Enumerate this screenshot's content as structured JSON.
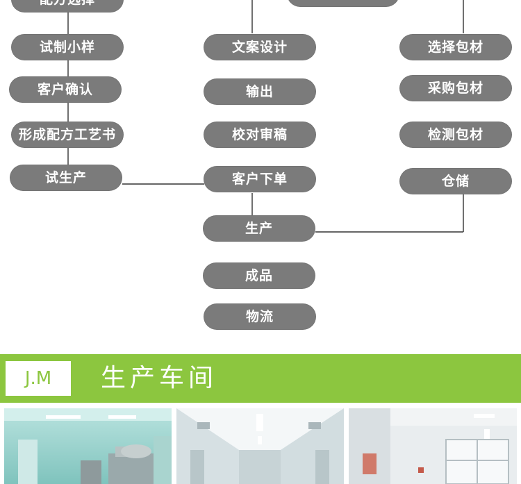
{
  "flow": {
    "left_column": [
      "配方选择",
      "试制小样",
      "客户确认",
      "形成配方工艺书",
      "试生产"
    ],
    "center_column": [
      "文案设计",
      "输出",
      "校对审稿",
      "客户下单",
      "生产",
      "成品",
      "物流"
    ],
    "right_column": [
      "选择包材",
      "采购包材",
      "检测包材",
      "仓储"
    ],
    "pill_color": "#7b7b7b",
    "line_color": "#333333"
  },
  "banner": {
    "logo_text": "J.M",
    "title": "生产车间",
    "color": "#8cc63f"
  },
  "photos": [
    {
      "name": "production-equipment-room",
      "tint": "#9fd4d0"
    },
    {
      "name": "cleanroom-corridor",
      "tint": "#dfe8ea"
    },
    {
      "name": "cleanroom-window-room",
      "tint": "#e6ebee"
    }
  ]
}
